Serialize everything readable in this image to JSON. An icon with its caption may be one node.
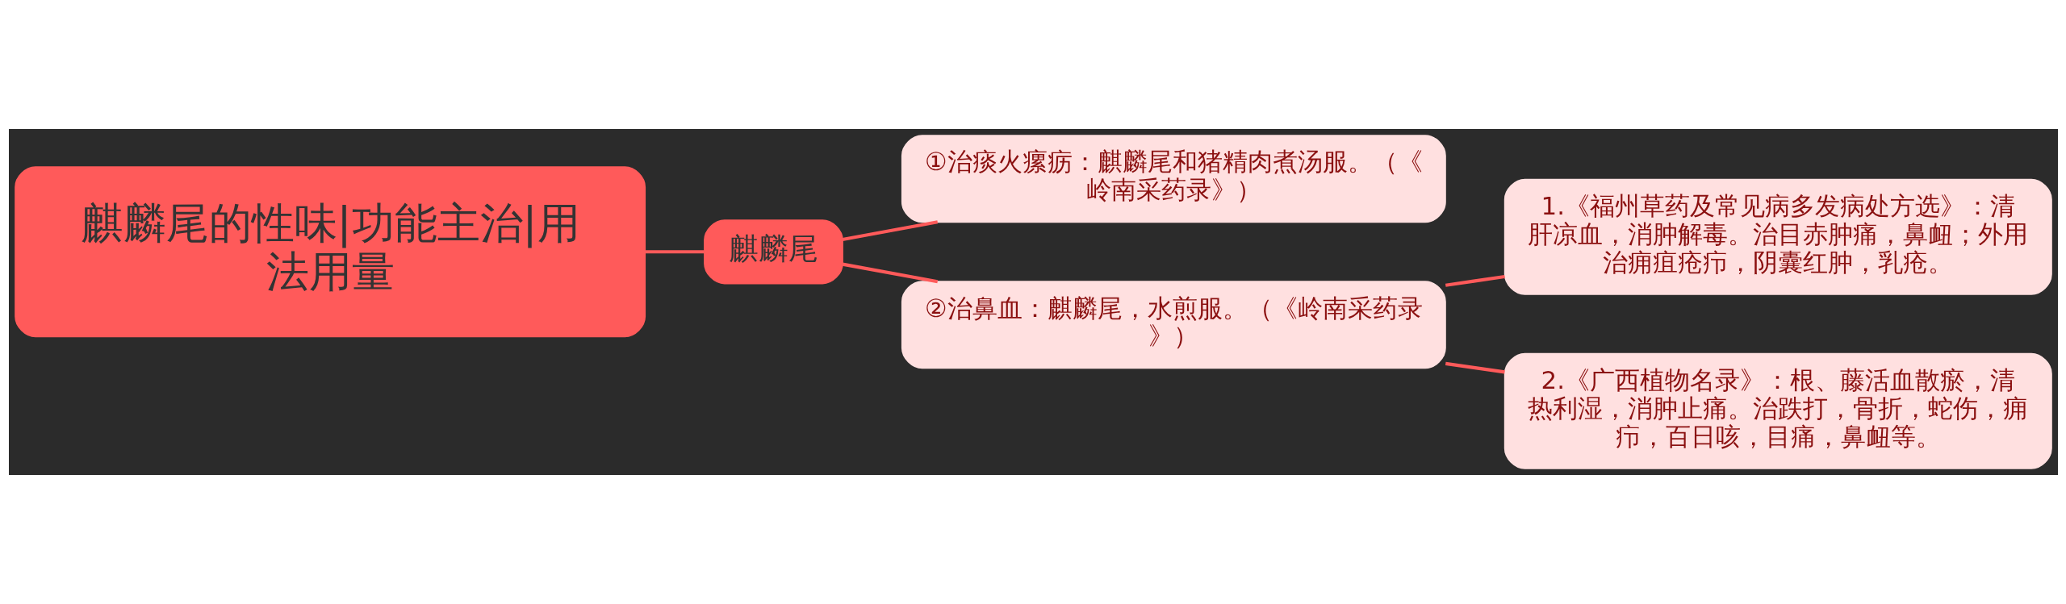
{
  "diagram": {
    "nodes": [
      {
        "text": [
          "麒麟尾的性味|功能主治|用法用量"
        ]
      },
      {
        "text": [
          "麒麟尾"
        ]
      },
      {
        "text": [
          "①治痰火瘰疬：麒麟尾和猪精肉煮汤服。（《岭南采药录》）"
        ]
      },
      {
        "text": [
          "②治鼻血：麒麟尾，水煎服。（《岭南采药录》）"
        ]
      },
      {
        "text": [
          "1.《福州草药及常见病多发病处方选》：清肝凉血，消肿解毒。治目赤肿痛，鼻衄；外用治痈疽疮疖，阴囊红肿，乳疮。"
        ]
      },
      {
        "text": [
          "2.《广西植物名录》：根、藤活血散瘀，清热利湿，消肿止痛。治跌打，骨折，蛇伤，痈疖，百日咳，目痛，鼻衄等。"
        ]
      }
    ],
    "edges": [
      {
        "from": 0,
        "to": 1,
        "arrow": "none"
      },
      {
        "from": 1,
        "to": 2,
        "arrow": "none"
      },
      {
        "from": 1,
        "to": 3,
        "arrow": "none"
      },
      {
        "from": 3,
        "to": 4,
        "arrow": "none"
      },
      {
        "from": 3,
        "to": 5,
        "arrow": "none"
      }
    ]
  }
}
